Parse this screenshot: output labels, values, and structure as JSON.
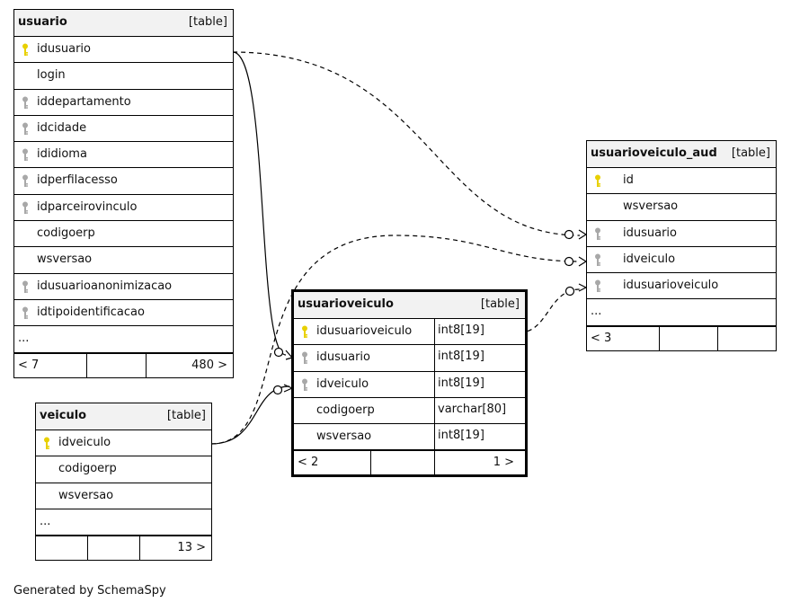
{
  "tables": {
    "usuario": {
      "name": "usuario",
      "type": "[table]",
      "columns": [
        {
          "name": "idusuario",
          "key": "pk"
        },
        {
          "name": "login",
          "key": ""
        },
        {
          "name": "iddepartamento",
          "key": "fk"
        },
        {
          "name": "idcidade",
          "key": "fk"
        },
        {
          "name": "ididioma",
          "key": "fk"
        },
        {
          "name": "idperfilacesso",
          "key": "fk"
        },
        {
          "name": "idparceirovinculo",
          "key": "fk"
        },
        {
          "name": "codigoerp",
          "key": ""
        },
        {
          "name": "wsversao",
          "key": ""
        },
        {
          "name": "idusuarioanonimizacao",
          "key": "fk"
        },
        {
          "name": "idtipoidentificacao",
          "key": "fk"
        }
      ],
      "ellipsis": "...",
      "footer_left": "< 7",
      "footer_right": "480 >"
    },
    "veiculo": {
      "name": "veiculo",
      "type": "[table]",
      "columns": [
        {
          "name": "idveiculo",
          "key": "pk"
        },
        {
          "name": "codigoerp",
          "key": ""
        },
        {
          "name": "wsversao",
          "key": ""
        }
      ],
      "ellipsis": "...",
      "footer_left": "",
      "footer_right": "13 >"
    },
    "usuarioveiculo": {
      "name": "usuarioveiculo",
      "type": "[table]",
      "columns": [
        {
          "name": "idusuarioveiculo",
          "key": "pk",
          "type": "int8[19]"
        },
        {
          "name": "idusuario",
          "key": "fk",
          "type": "int8[19]"
        },
        {
          "name": "idveiculo",
          "key": "fk",
          "type": "int8[19]"
        },
        {
          "name": "codigoerp",
          "key": "",
          "type": "varchar[80]"
        },
        {
          "name": "wsversao",
          "key": "",
          "type": "int8[19]"
        }
      ],
      "footer_left": "< 2",
      "footer_right": "1 >"
    },
    "usuarioveiculo_aud": {
      "name": "usuarioveiculo_aud",
      "type": "[table]",
      "columns": [
        {
          "name": "id",
          "key": "pk"
        },
        {
          "name": "wsversao",
          "key": ""
        },
        {
          "name": "idusuario",
          "key": "fk"
        },
        {
          "name": "idveiculo",
          "key": "fk"
        },
        {
          "name": "idusuarioveiculo",
          "key": "fk"
        }
      ],
      "ellipsis": "...",
      "footer_left": "< 3",
      "footer_right": ""
    }
  },
  "colors": {
    "pk_key": "#e8d000",
    "fk_key": "#a8a8a8",
    "header_bg": "#f2f2f2"
  },
  "credit": "Generated by SchemaSpy"
}
